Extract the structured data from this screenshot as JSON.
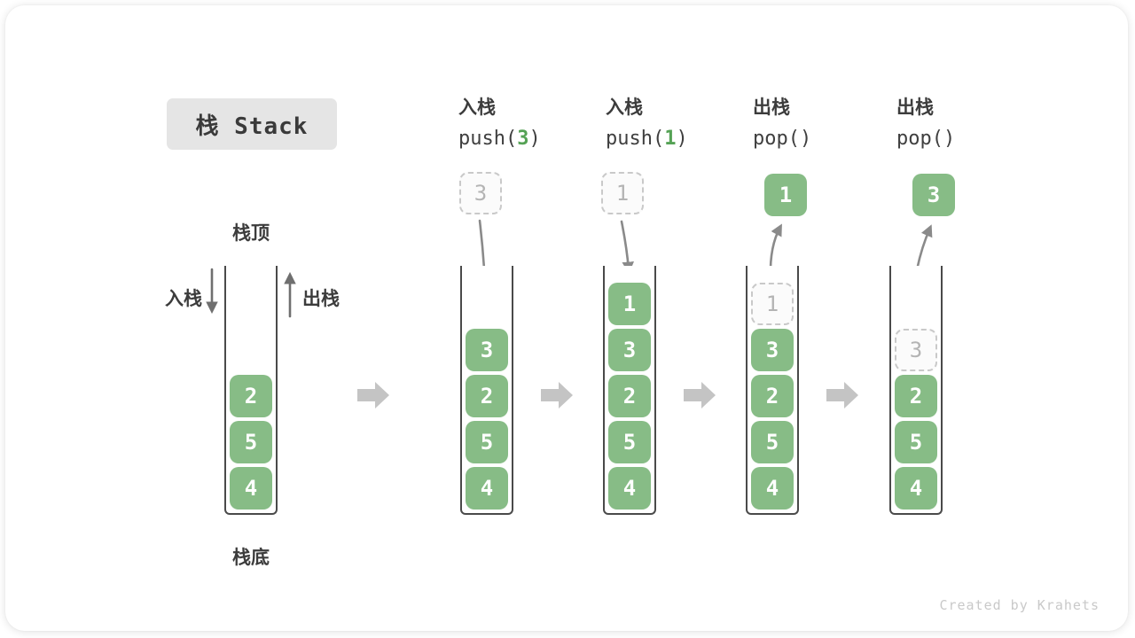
{
  "title": "栈 Stack",
  "legend": {
    "top": "栈顶",
    "bottom": "栈底",
    "push": "入栈",
    "pop": "出栈"
  },
  "operations": [
    {
      "label": "入栈",
      "code": {
        "pre": "push(",
        "arg": "3",
        "post": ")"
      }
    },
    {
      "label": "入栈",
      "code": {
        "pre": "push(",
        "arg": "1",
        "post": ")"
      }
    },
    {
      "label": "出栈",
      "code": {
        "pre": "pop(",
        "arg": "",
        "post": ")"
      }
    },
    {
      "label": "出栈",
      "code": {
        "pre": "pop(",
        "arg": "",
        "post": ")"
      }
    }
  ],
  "stacks": [
    {
      "name": "initial",
      "items": [
        "2",
        "5",
        "4"
      ]
    },
    {
      "name": "after push(3)",
      "incoming": "3",
      "items": [
        "3",
        "2",
        "5",
        "4"
      ]
    },
    {
      "name": "after push(1)",
      "incoming": "1",
      "items": [
        "1",
        "3",
        "2",
        "5",
        "4"
      ]
    },
    {
      "name": "after pop() removes 1",
      "outgoing": "1",
      "ghost": "1",
      "items": [
        "3",
        "2",
        "5",
        "4"
      ]
    },
    {
      "name": "after pop() removes 3",
      "outgoing": "3",
      "ghost": "3",
      "items": [
        "2",
        "5",
        "4"
      ]
    }
  ],
  "watermark": "Created by Krahets",
  "colors": {
    "cell_green": "#87bc86",
    "code_arg_green": "#55a255",
    "curved_arrow_gray": "#8a8a8a",
    "direction_arrow_gray": "#6f6f6f",
    "block_arrow_gray": "#c4c4c4",
    "ghost_border_gray": "#c9c9c9",
    "ghost_text_gray": "#b4b4b4",
    "container_border": "#4a4a4a",
    "title_badge_bg": "#e5e5e5",
    "text_dark": "#3c3c3c",
    "watermark_gray": "#c9c9c9"
  }
}
